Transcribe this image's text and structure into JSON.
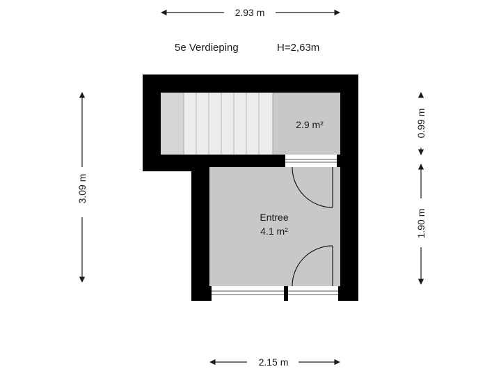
{
  "header": {
    "floor_name": "5e Verdieping",
    "height": "H=2,63m"
  },
  "dimensions": {
    "top_width": "2.93 m",
    "bottom_width": "2.15 m",
    "left_height": "3.09 m",
    "right_upper": "0.99 m",
    "right_lower": "1.90 m"
  },
  "rooms": [
    {
      "name": "",
      "area": "2.9 m²"
    },
    {
      "name": "Entree",
      "area": "4.1 m²"
    }
  ],
  "colors": {
    "wall": "#000000",
    "room_fill": "#c8c8c8",
    "stair_fill": "#e2e2e2",
    "text": "#1a1a1a"
  }
}
